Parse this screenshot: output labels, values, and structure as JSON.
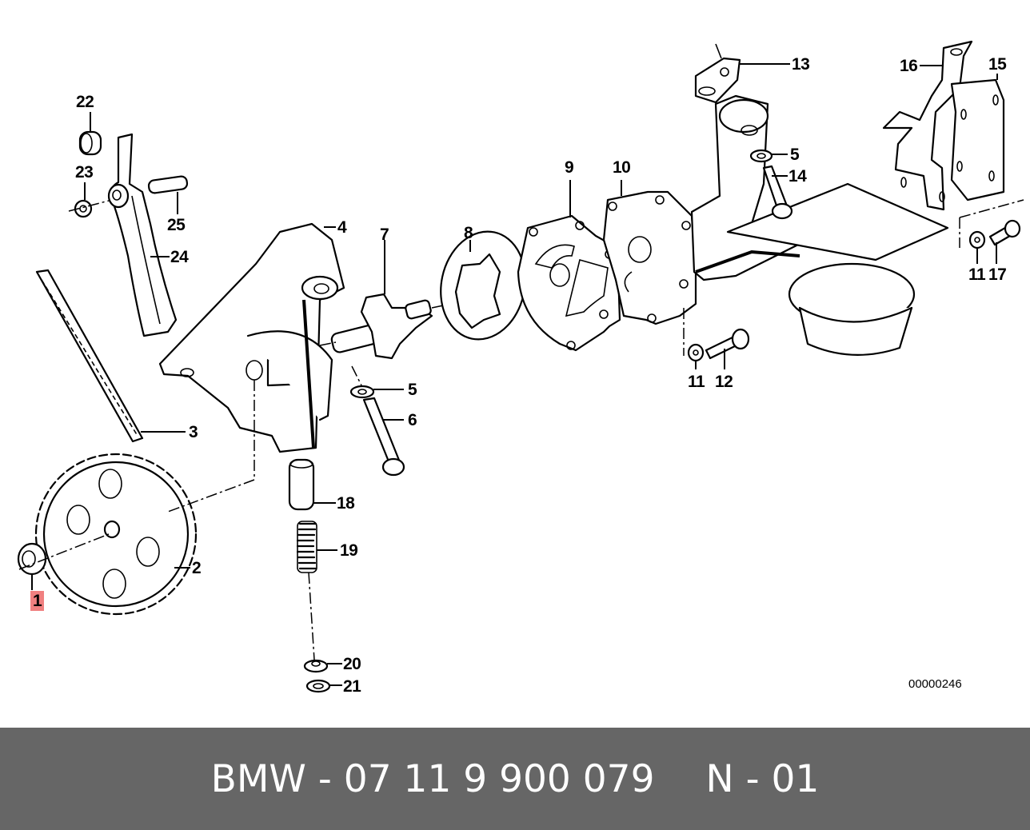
{
  "diagram": {
    "title": "Oil pump assembly exploded view",
    "drawing_number": "00000246",
    "highlight_color": "#f08080",
    "highlighted_callout": "1",
    "callouts": [
      {
        "id": "c1",
        "label": "1",
        "highlighted": true
      },
      {
        "id": "c2",
        "label": "2"
      },
      {
        "id": "c3",
        "label": "3"
      },
      {
        "id": "c4",
        "label": "4"
      },
      {
        "id": "c5a",
        "label": "5"
      },
      {
        "id": "c5b",
        "label": "5"
      },
      {
        "id": "c6",
        "label": "6"
      },
      {
        "id": "c7",
        "label": "7"
      },
      {
        "id": "c8",
        "label": "8"
      },
      {
        "id": "c9",
        "label": "9"
      },
      {
        "id": "c10",
        "label": "10"
      },
      {
        "id": "c11a",
        "label": "11"
      },
      {
        "id": "c11b",
        "label": "11"
      },
      {
        "id": "c12",
        "label": "12"
      },
      {
        "id": "c13",
        "label": "13"
      },
      {
        "id": "c14",
        "label": "14"
      },
      {
        "id": "c15",
        "label": "15"
      },
      {
        "id": "c16",
        "label": "16"
      },
      {
        "id": "c17",
        "label": "17"
      },
      {
        "id": "c18",
        "label": "18"
      },
      {
        "id": "c19",
        "label": "19"
      },
      {
        "id": "c20",
        "label": "20"
      },
      {
        "id": "c21",
        "label": "21"
      },
      {
        "id": "c22",
        "label": "22"
      },
      {
        "id": "c23",
        "label": "23"
      },
      {
        "id": "c24",
        "label": "24"
      },
      {
        "id": "c25",
        "label": "25"
      }
    ]
  },
  "footer": {
    "brand": "BMW",
    "separator": "-",
    "part_number": "07 11 9 900 079",
    "position_code": "N",
    "position_number": "01",
    "background_color": "#666666",
    "text_color": "#ffffff"
  }
}
